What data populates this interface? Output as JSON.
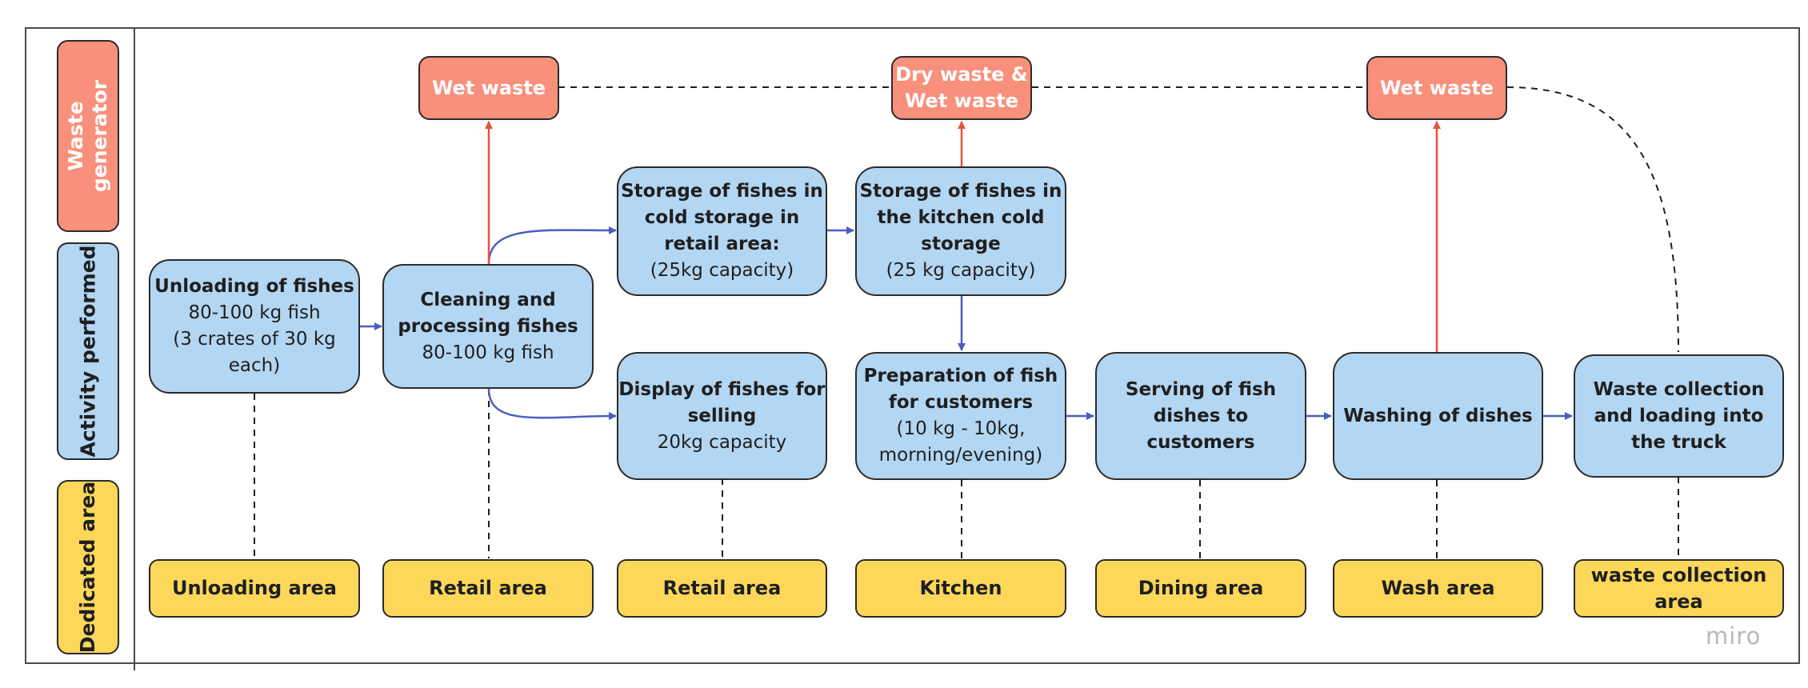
{
  "lanes": {
    "waste": "Waste\ngenerator",
    "activity": "Activity performed",
    "area": "Dedicated area"
  },
  "waste": {
    "w1": "Wet waste",
    "w2": "Dry waste &\nWet waste",
    "w3": "Wet waste"
  },
  "activities": {
    "unloading": {
      "title": "Unloading of fishes",
      "desc": "80-100 kg fish\n(3 crates of 30 kg\neach)"
    },
    "cleaning": {
      "title": "Cleaning and\nprocessing fishes",
      "desc": "80-100 kg fish"
    },
    "cold_retail": {
      "title": "Storage of fishes in\ncold storage in\nretail area:",
      "desc": "(25kg capacity)"
    },
    "cold_kitchen": {
      "title": "Storage of fishes in\nthe kitchen cold\nstorage",
      "desc": "(25 kg capacity)"
    },
    "display": {
      "title": "Display of fishes for\nselling",
      "desc": "20kg capacity"
    },
    "preparation": {
      "title": "Preparation of fish\nfor customers",
      "desc": "(10 kg - 10kg,\nmorning/evening)"
    },
    "serving": {
      "title": "Serving of fish\ndishes to\ncustomers",
      "desc": ""
    },
    "washing": {
      "title": "Washing of dishes",
      "desc": ""
    },
    "collection": {
      "title": "Waste collection\nand loading into\nthe truck",
      "desc": ""
    }
  },
  "areas": {
    "a1": "Unloading area",
    "a2": "Retail area",
    "a3": "Retail area",
    "a4": "Kitchen",
    "a5": "Dining area",
    "a6": "Wash area",
    "a7": "waste collection\narea"
  },
  "colors": {
    "waste": "#f9907c",
    "activity": "#b3d6f2",
    "area": "#fcd75a",
    "flow_arrow": "#4a5fc1",
    "waste_arrow": "#e2553d"
  },
  "brand": "miro"
}
